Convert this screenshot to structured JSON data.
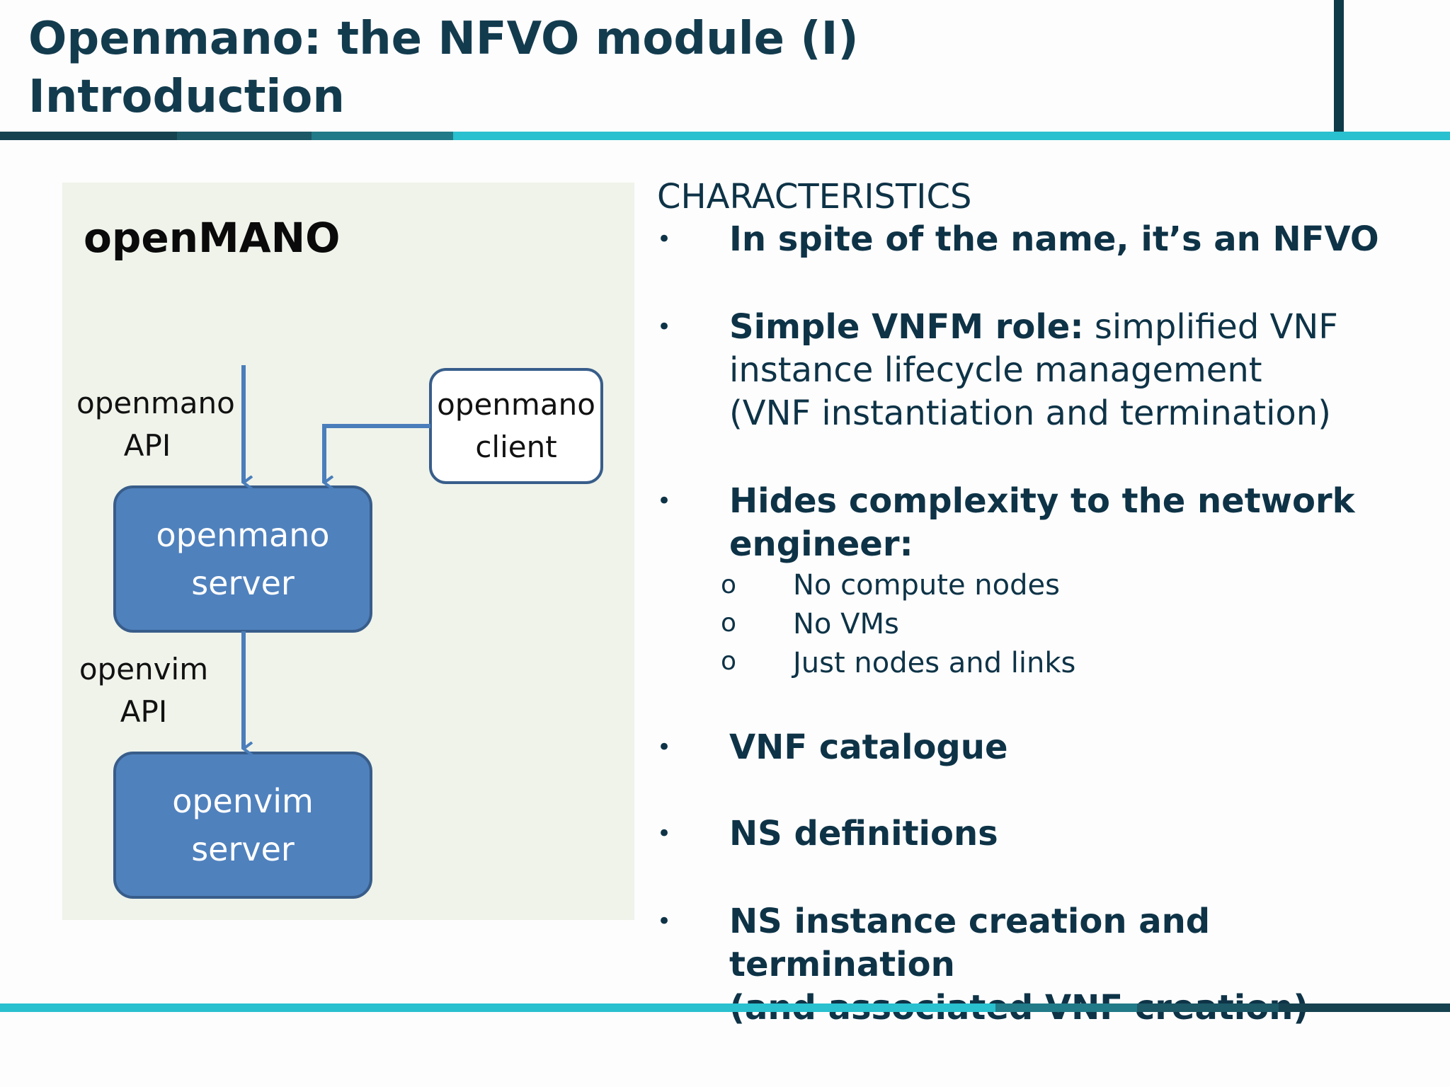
{
  "slide": {
    "title_line1": "Openmano: the NFVO module (I)",
    "title_line2": "Introduction"
  },
  "colors": {
    "title": "#133b4e",
    "text": "#0e3347",
    "panel_bg": "#eff3ea",
    "server_box_fill": "#4f81bd",
    "server_box_border": "#385d8a",
    "arrow": "#4a7ebb",
    "rule_dark": "#16424f",
    "rule_mid": "#1e6f7e",
    "rule_cyan": "#29c0cf"
  },
  "diagram": {
    "title": "openMANO",
    "openmano_api_line1": "openmano",
    "openmano_api_line2": "API",
    "openvim_api_line1": "openvim",
    "openvim_api_line2": "API",
    "client_line1": "openmano",
    "client_line2": "client",
    "server_line1": "openmano",
    "server_line2": "server",
    "openvim_server_line1": "openvim",
    "openvim_server_line2": "server"
  },
  "characteristics": {
    "heading": "CHARACTERISTICS",
    "bullet_glyph": "•",
    "sub_bullet_glyph": "o",
    "item1": "In spite of the name, it’s an NFVO",
    "item2_bold": "Simple VNFM role:",
    "item2_rest": " simplified VNF",
    "item2_line2": "instance lifecycle management",
    "item2_line3": "(VNF instantiation and termination)",
    "item3_line1": "Hides complexity to the network",
    "item3_line2": "engineer:",
    "sub1": "No compute nodes",
    "sub2": "No VMs",
    "sub3": "Just nodes and links",
    "item4": "VNF catalogue",
    "item5": "NS definitions",
    "item6_line1": "NS instance creation and termination",
    "item6_line2": "(and associated VNF creation)"
  }
}
